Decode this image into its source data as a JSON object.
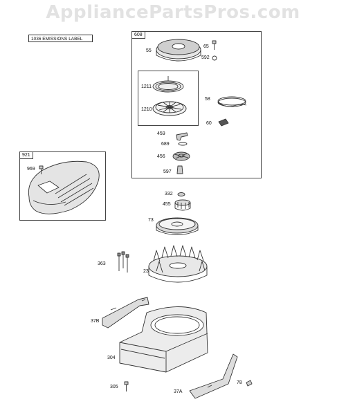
{
  "watermark": "AppliancePartsPros.com",
  "emissions_label": "1036 EMISSIONS LABEL",
  "groups": {
    "starter": "608",
    "cover": "921"
  },
  "parts": {
    "p55": "55",
    "p65": "65",
    "p592": "592",
    "p1211": "1211",
    "p1210": "1210",
    "p58": "58",
    "p60": "60",
    "p459": "459",
    "p689": "689",
    "p456": "456",
    "p597": "597",
    "p969": "969",
    "p332": "332",
    "p455": "455",
    "p73": "73",
    "p363": "363",
    "p23": "23",
    "p37B": "37B",
    "p304": "304",
    "p305": "305",
    "p37A": "37A",
    "p78": "78"
  }
}
